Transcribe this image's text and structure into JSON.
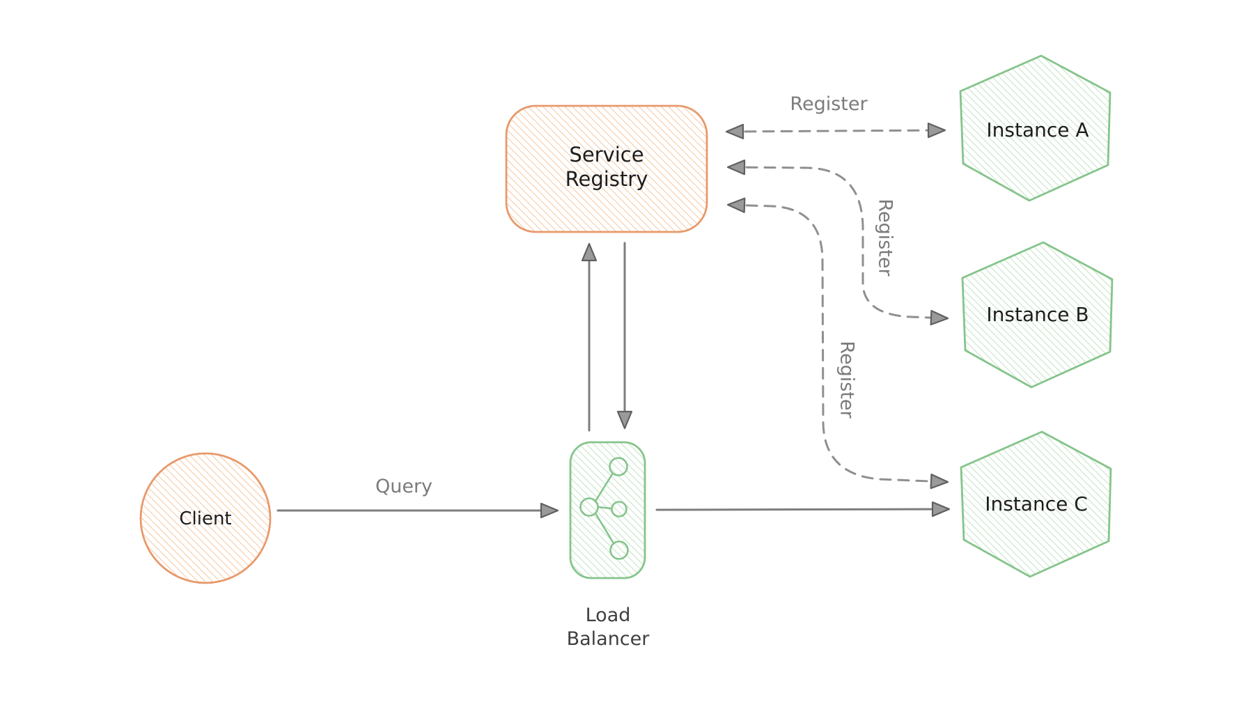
{
  "colors": {
    "orange_stroke": "#e8996b",
    "orange_hatch": "#f4c49c",
    "green_stroke": "#85c48b",
    "green_hatch": "#bfe1c1",
    "solid_arrow": "#7d7d7d",
    "dashed_arrow": "#8f8f8f",
    "arrowhead_fill": "#9a9a9a",
    "arrowhead_stroke": "#606060",
    "edge_label": "#7b7b7b",
    "node_text": "#1d1d1d",
    "lb_text": "#3f3f3f",
    "background": "#ffffff"
  },
  "nodes": {
    "service_registry": {
      "label": "Service Registry",
      "lines": [
        "Service",
        "Registry"
      ],
      "shape": "rounded-rectangle",
      "color": "orange"
    },
    "client": {
      "label": "Client",
      "shape": "circle",
      "color": "orange"
    },
    "load_balancer": {
      "label": "Load Balancer",
      "lines": [
        "Load",
        "Balancer"
      ],
      "shape": "rounded-rectangle",
      "color": "green",
      "icon": "share-network-icon"
    },
    "instance_a": {
      "label": "Instance A",
      "shape": "hexagon",
      "color": "green"
    },
    "instance_b": {
      "label": "Instance B",
      "shape": "hexagon",
      "color": "green"
    },
    "instance_c": {
      "label": "Instance C",
      "shape": "hexagon",
      "color": "green"
    }
  },
  "edges": {
    "register_a": {
      "label": "Register",
      "style": "dashed",
      "between": [
        "service_registry",
        "instance_a"
      ],
      "arrowheads": "both"
    },
    "register_b": {
      "label": "Register",
      "style": "dashed",
      "between": [
        "service_registry",
        "instance_b"
      ],
      "arrowheads": "both"
    },
    "register_c": {
      "label": "Register",
      "style": "dashed",
      "between": [
        "service_registry",
        "instance_c"
      ],
      "arrowheads": "both"
    },
    "query": {
      "label": "Query",
      "style": "solid",
      "between": [
        "client",
        "load_balancer"
      ],
      "arrowheads": "end"
    },
    "lb_to_registry": {
      "label": "",
      "style": "solid",
      "between": [
        "load_balancer",
        "service_registry"
      ],
      "arrowheads": "end"
    },
    "registry_to_lb": {
      "label": "",
      "style": "solid",
      "between": [
        "service_registry",
        "load_balancer"
      ],
      "arrowheads": "end"
    },
    "lb_to_instance_c": {
      "label": "",
      "style": "solid",
      "between": [
        "load_balancer",
        "instance_c"
      ],
      "arrowheads": "end"
    }
  }
}
